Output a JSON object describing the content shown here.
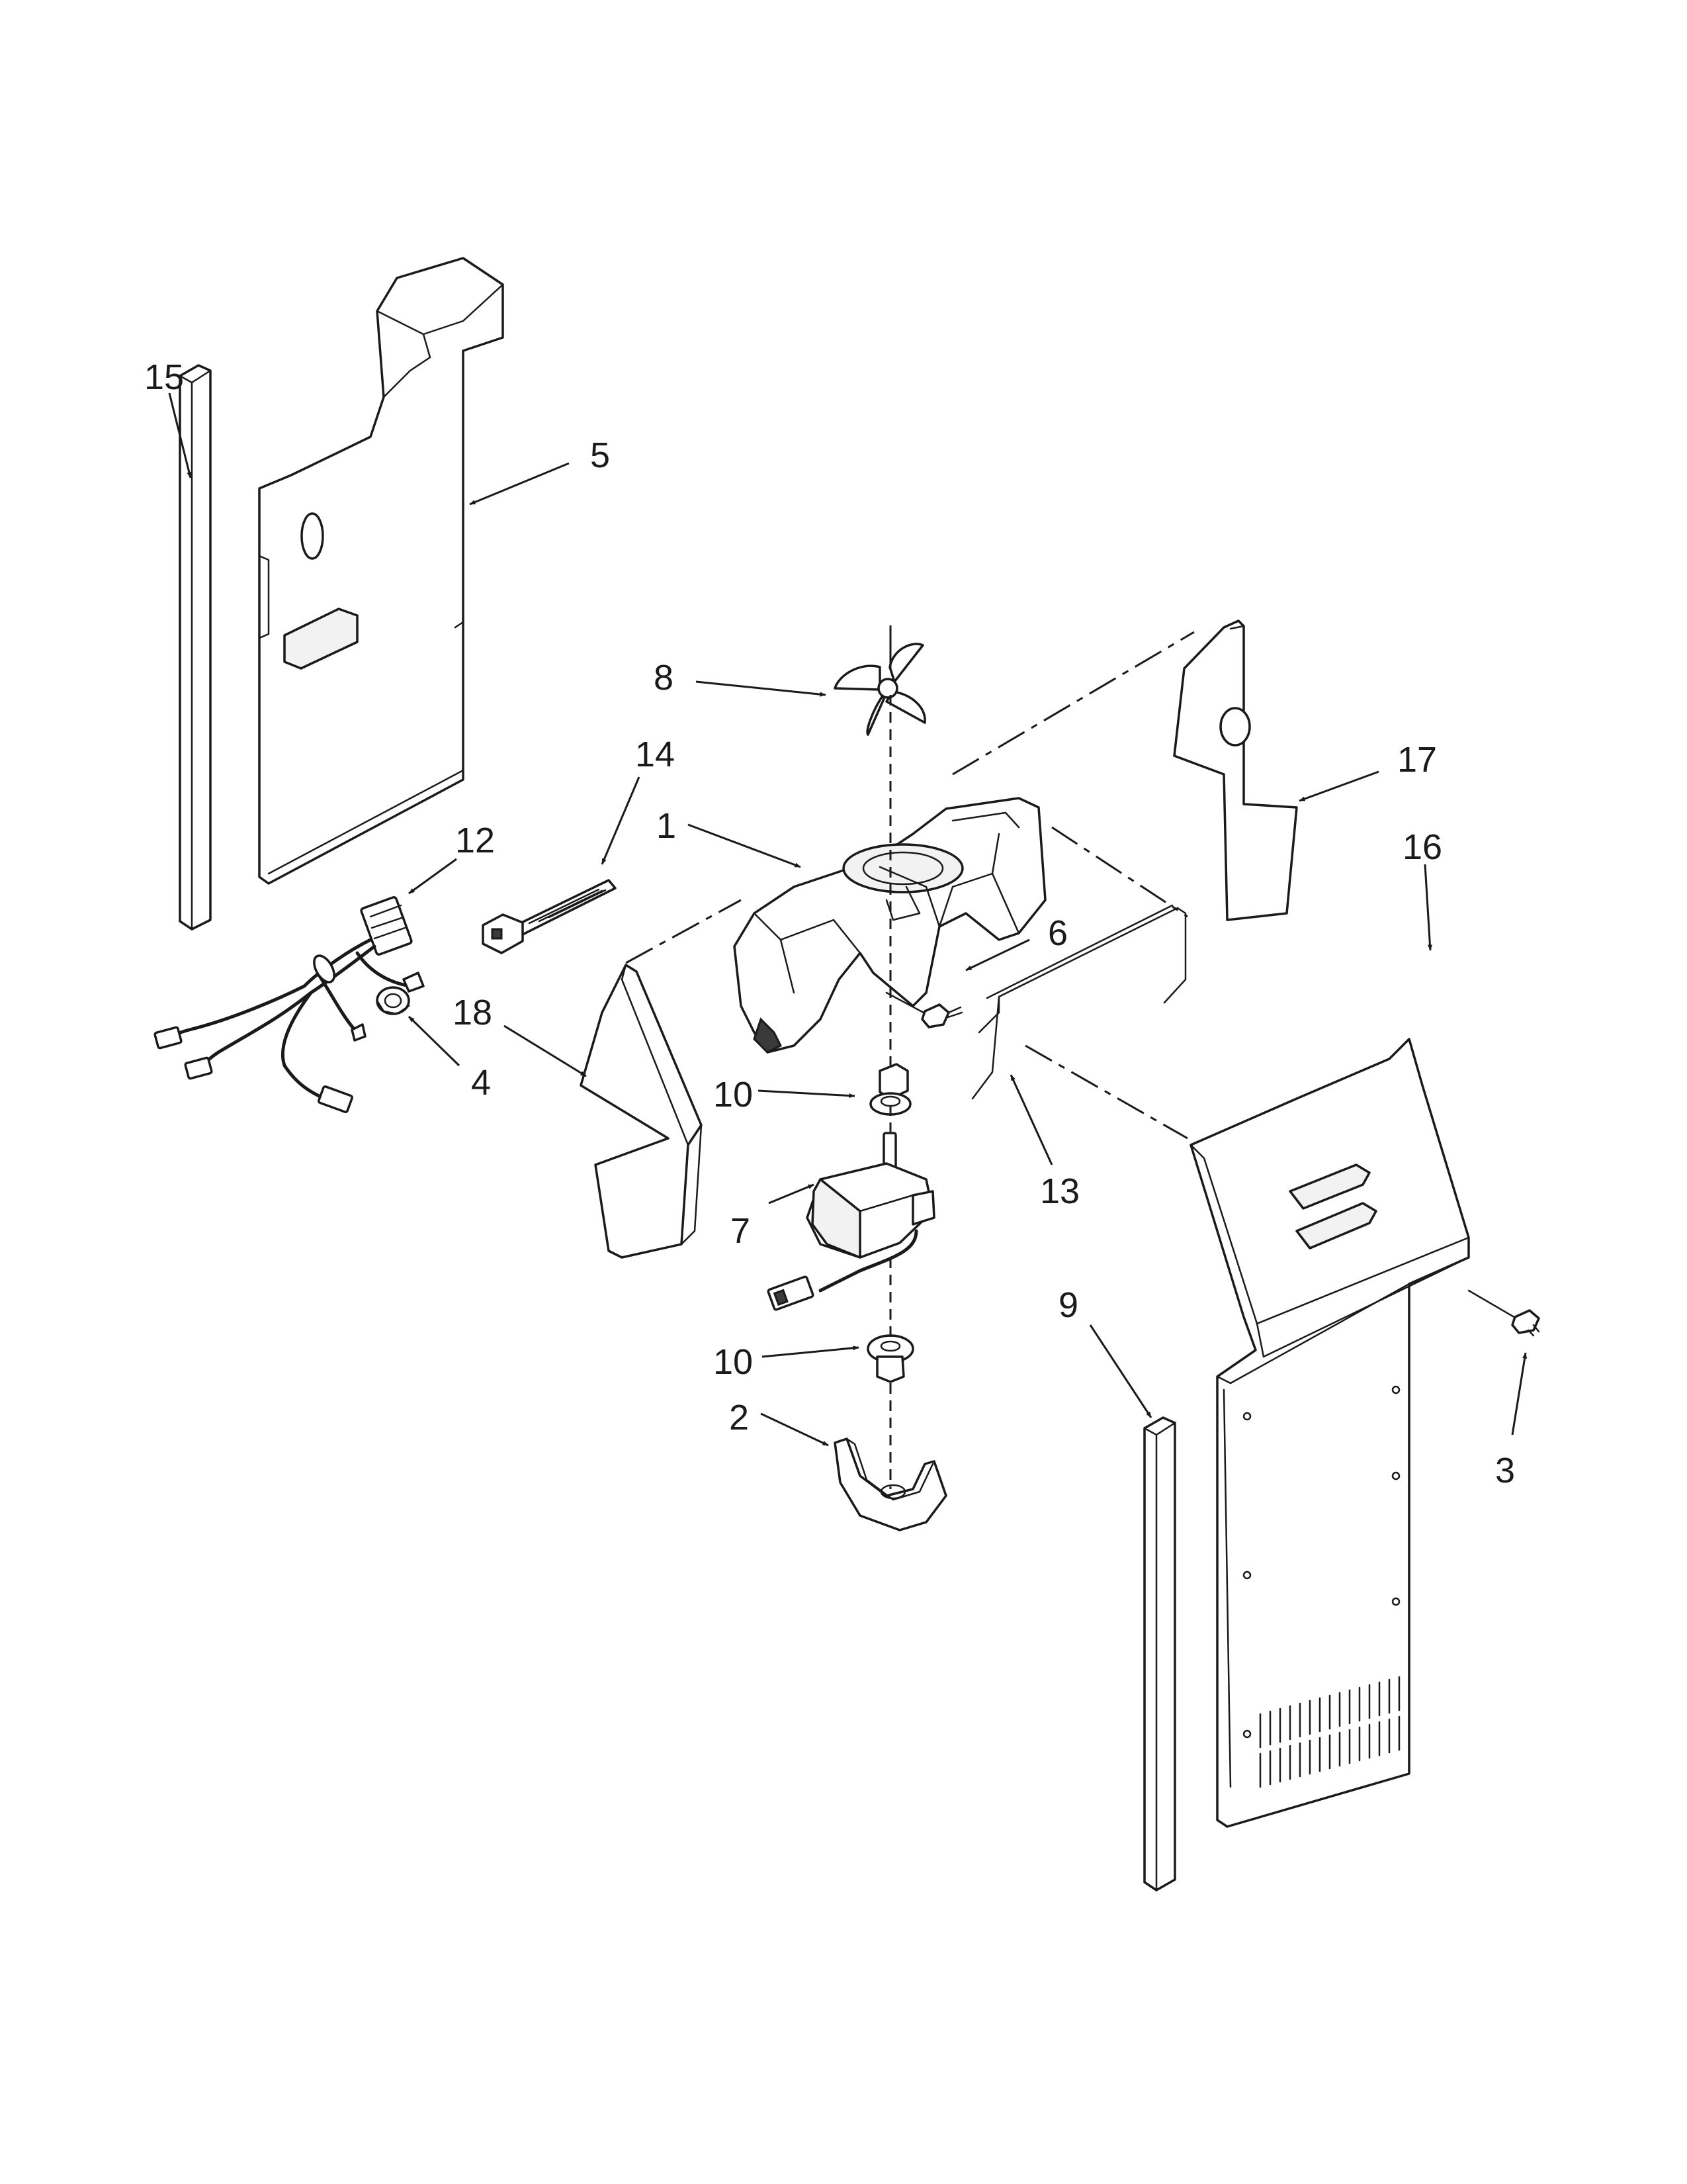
{
  "callouts": [
    {
      "id": "c15",
      "label": "15"
    },
    {
      "id": "c5",
      "label": "5"
    },
    {
      "id": "c8",
      "label": "8"
    },
    {
      "id": "c14",
      "label": "14"
    },
    {
      "id": "c1",
      "label": "1"
    },
    {
      "id": "c17",
      "label": "17"
    },
    {
      "id": "c12",
      "label": "12"
    },
    {
      "id": "c16",
      "label": "16"
    },
    {
      "id": "c6",
      "label": "6"
    },
    {
      "id": "c18",
      "label": "18"
    },
    {
      "id": "c4",
      "label": "4"
    },
    {
      "id": "c10a",
      "label": "10"
    },
    {
      "id": "c13",
      "label": "13"
    },
    {
      "id": "c7",
      "label": "7"
    },
    {
      "id": "c9",
      "label": "9"
    },
    {
      "id": "c10b",
      "label": "10"
    },
    {
      "id": "c2",
      "label": "2"
    },
    {
      "id": "c3",
      "label": "3"
    }
  ]
}
